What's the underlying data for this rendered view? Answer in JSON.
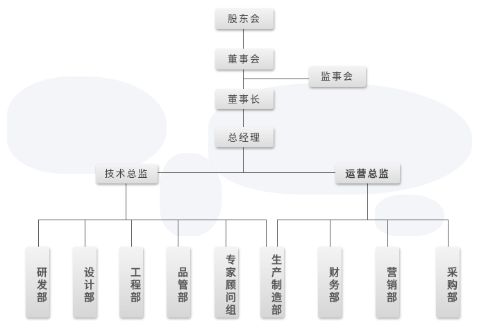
{
  "nodes": {
    "shareholders": "股东会",
    "board": "董事会",
    "supervisors": "监事会",
    "chairman": "董事长",
    "gm": "总经理",
    "cto": "技术总监",
    "coo": "运营总监"
  },
  "tech_departments": [
    "研发部",
    "设计部",
    "工程部",
    "品管部",
    "专家顾问组",
    "生产制造部"
  ],
  "ops_departments": [
    "财务部",
    "营销部",
    "采购部"
  ]
}
